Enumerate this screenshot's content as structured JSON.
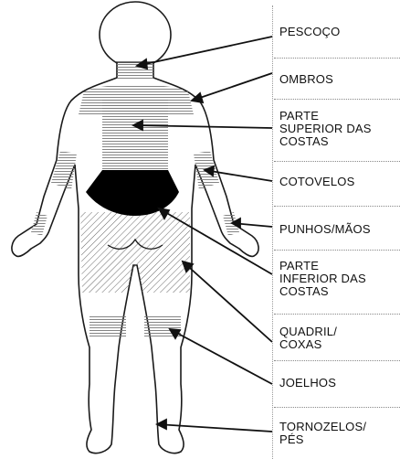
{
  "labels": [
    {
      "id": "pescoco",
      "text": "PESCOÇO"
    },
    {
      "id": "ombros",
      "text": "OMBROS"
    },
    {
      "id": "parte-superior-das-costas",
      "text": "PARTE\nSUPERIOR DAS\nCOSTAS"
    },
    {
      "id": "cotovelos",
      "text": "COTOVELOS"
    },
    {
      "id": "punhos-maos",
      "text": "PUNHOS/MÃOS"
    },
    {
      "id": "parte-inferior-das-costas",
      "text": "PARTE\nINFERIOR DAS\nCOSTAS"
    },
    {
      "id": "quadril-coxas",
      "text": "QUADRIL/\nCOXAS"
    },
    {
      "id": "joelhos",
      "text": "JOELHOS"
    },
    {
      "id": "tornozelos-pes",
      "text": "TORNOZELOS/\nPÉS"
    }
  ],
  "colors": {
    "outline": "#1a1a1a",
    "highlight_dark": "#000000",
    "hatch": "#6a6a6a",
    "body_fill": "#ffffff"
  }
}
